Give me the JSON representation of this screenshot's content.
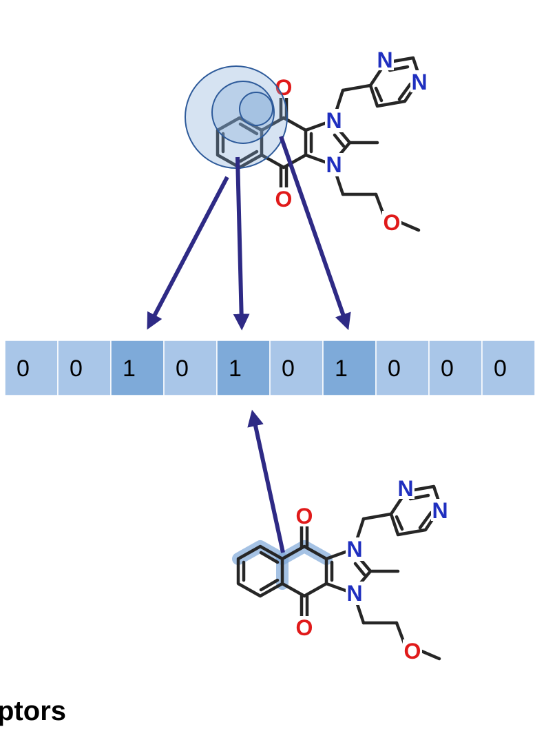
{
  "fingerprint": {
    "bits": [
      "0",
      "0",
      "1",
      "0",
      "1",
      "0",
      "1",
      "0",
      "0",
      "0"
    ],
    "highlighted_indices": [
      2,
      4,
      6
    ]
  },
  "molecule": {
    "atoms": {
      "nitrogen": "N",
      "oxygen": "O"
    }
  },
  "caption": {
    "text": "ptors"
  },
  "colors": {
    "nitrogen": "#1f2fbf",
    "oxygen": "#e01a1a",
    "bond": "#262626",
    "arrow": "#2e2a85",
    "bit_light": "#a9c6e8",
    "bit_dark": "#7eaad9",
    "circle_fill": "#7fa8d8"
  }
}
